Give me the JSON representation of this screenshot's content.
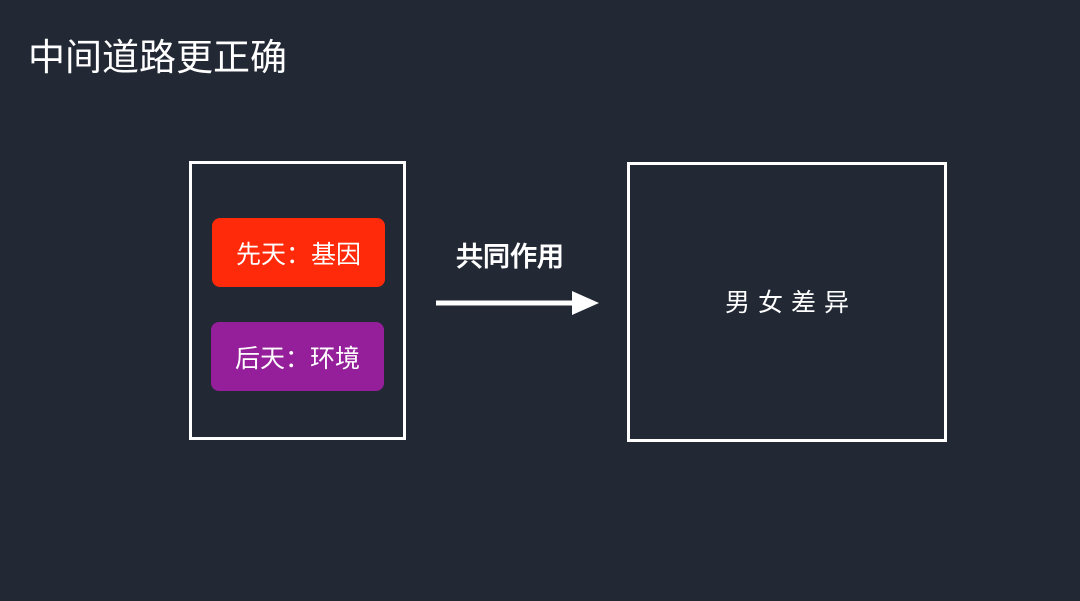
{
  "slide": {
    "title": "中间道路更正确"
  },
  "diagram": {
    "nodes": [
      {
        "id": "gene",
        "label": "先天：基因",
        "color": "#ff2a0a"
      },
      {
        "id": "env",
        "label": "后天：环境",
        "color": "#951f9b"
      },
      {
        "id": "result",
        "label": "男女差异"
      }
    ],
    "edges": [
      {
        "from": "factors",
        "to": "result",
        "label": "共同作用"
      }
    ]
  }
}
